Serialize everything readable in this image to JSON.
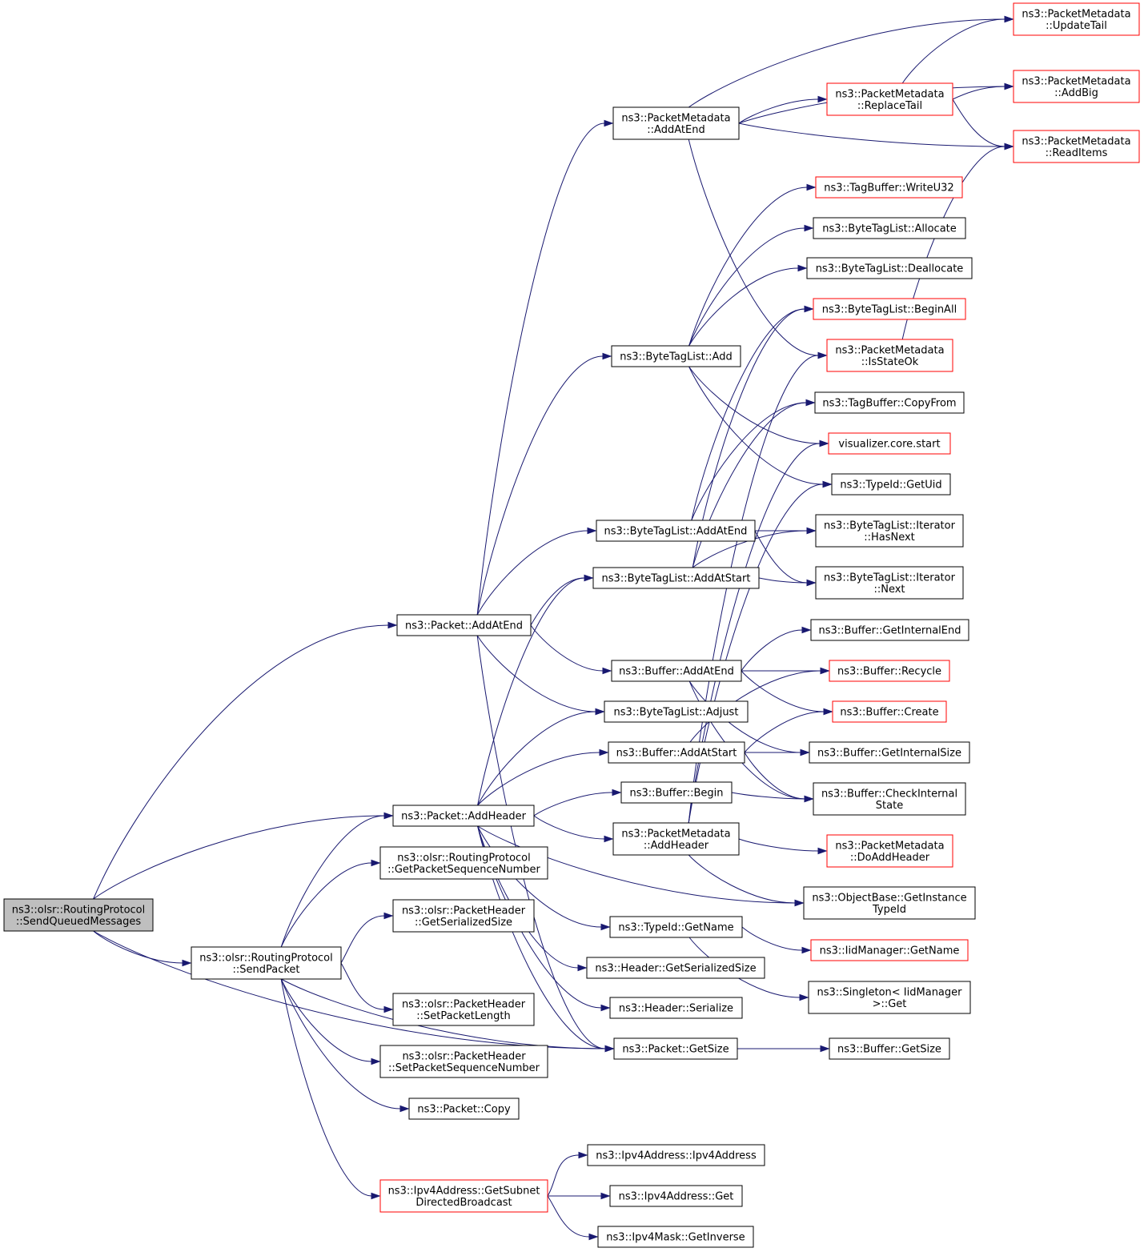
{
  "diagram": {
    "type": "doxygen-call-graph",
    "colors": {
      "edge": "#191970",
      "root_fill": "#bfbfbf",
      "node_border": "#000000",
      "truncated_border": "#ff0000",
      "background": "#ffffff"
    },
    "nodes": [
      {
        "id": "root",
        "lines": [
          "ns3::olsr::RoutingProtocol",
          "::SendQueuedMessages"
        ],
        "style": "root"
      },
      {
        "id": "pkt_addatend",
        "lines": [
          "ns3::Packet::AddAtEnd"
        ],
        "style": "normal"
      },
      {
        "id": "pkt_addheader",
        "lines": [
          "ns3::Packet::AddHeader"
        ],
        "style": "normal"
      },
      {
        "id": "get_pkt_seq",
        "lines": [
          "ns3::olsr::RoutingProtocol",
          "::GetPacketSequenceNumber"
        ],
        "style": "normal"
      },
      {
        "id": "ph_getser",
        "lines": [
          "ns3::olsr::PacketHeader",
          "::GetSerializedSize"
        ],
        "style": "normal"
      },
      {
        "id": "send_packet",
        "lines": [
          "ns3::olsr::RoutingProtocol",
          "::SendPacket"
        ],
        "style": "normal"
      },
      {
        "id": "ph_setlen",
        "lines": [
          "ns3::olsr::PacketHeader",
          "::SetPacketLength"
        ],
        "style": "normal"
      },
      {
        "id": "ph_setseq",
        "lines": [
          "ns3::olsr::PacketHeader",
          "::SetPacketSequenceNumber"
        ],
        "style": "normal"
      },
      {
        "id": "pkt_copy",
        "lines": [
          "ns3::Packet::Copy"
        ],
        "style": "normal"
      },
      {
        "id": "ipv4_subnet",
        "lines": [
          "ns3::Ipv4Address::GetSubnet",
          "DirectedBroadcast"
        ],
        "style": "red"
      },
      {
        "id": "pm_addatend",
        "lines": [
          "ns3::PacketMetadata",
          "::AddAtEnd"
        ],
        "style": "normal"
      },
      {
        "id": "btl_add",
        "lines": [
          "ns3::ByteTagList::Add"
        ],
        "style": "normal"
      },
      {
        "id": "btl_addatend",
        "lines": [
          "ns3::ByteTagList::AddAtEnd"
        ],
        "style": "normal"
      },
      {
        "id": "btl_addatstart",
        "lines": [
          "ns3::ByteTagList::AddAtStart"
        ],
        "style": "normal"
      },
      {
        "id": "buf_addatend",
        "lines": [
          "ns3::Buffer::AddAtEnd"
        ],
        "style": "normal"
      },
      {
        "id": "btl_adjust",
        "lines": [
          "ns3::ByteTagList::Adjust"
        ],
        "style": "normal"
      },
      {
        "id": "buf_addatstart",
        "lines": [
          "ns3::Buffer::AddAtStart"
        ],
        "style": "normal"
      },
      {
        "id": "buf_begin",
        "lines": [
          "ns3::Buffer::Begin"
        ],
        "style": "normal"
      },
      {
        "id": "pm_addheader",
        "lines": [
          "ns3::PacketMetadata",
          "::AddHeader"
        ],
        "style": "normal"
      },
      {
        "id": "typeid_getname",
        "lines": [
          "ns3::TypeId::GetName"
        ],
        "style": "normal"
      },
      {
        "id": "hdr_getser",
        "lines": [
          "ns3::Header::GetSerializedSize"
        ],
        "style": "normal"
      },
      {
        "id": "hdr_serialize",
        "lines": [
          "ns3::Header::Serialize"
        ],
        "style": "normal"
      },
      {
        "id": "pkt_getsize",
        "lines": [
          "ns3::Packet::GetSize"
        ],
        "style": "normal"
      },
      {
        "id": "ipv4_ctor",
        "lines": [
          "ns3::Ipv4Address::Ipv4Address"
        ],
        "style": "normal"
      },
      {
        "id": "ipv4_get",
        "lines": [
          "ns3::Ipv4Address::Get"
        ],
        "style": "normal"
      },
      {
        "id": "ipv4mask_inv",
        "lines": [
          "ns3::Ipv4Mask::GetInverse"
        ],
        "style": "normal"
      },
      {
        "id": "pm_replacetail",
        "lines": [
          "ns3::PacketMetadata",
          "::ReplaceTail"
        ],
        "style": "red"
      },
      {
        "id": "pm_updatetail",
        "lines": [
          "ns3::PacketMetadata",
          "::UpdateTail"
        ],
        "style": "red"
      },
      {
        "id": "pm_addbig",
        "lines": [
          "ns3::PacketMetadata",
          "::AddBig"
        ],
        "style": "red"
      },
      {
        "id": "pm_readitems",
        "lines": [
          "ns3::PacketMetadata",
          "::ReadItems"
        ],
        "style": "red"
      },
      {
        "id": "tb_writeu32",
        "lines": [
          "ns3::TagBuffer::WriteU32"
        ],
        "style": "red"
      },
      {
        "id": "btl_allocate",
        "lines": [
          "ns3::ByteTagList::Allocate"
        ],
        "style": "normal"
      },
      {
        "id": "btl_deallocate",
        "lines": [
          "ns3::ByteTagList::Deallocate"
        ],
        "style": "normal"
      },
      {
        "id": "btl_beginall",
        "lines": [
          "ns3::ByteTagList::BeginAll"
        ],
        "style": "red"
      },
      {
        "id": "pm_isstateok",
        "lines": [
          "ns3::PacketMetadata",
          "::IsStateOk"
        ],
        "style": "red"
      },
      {
        "id": "tb_copyfrom",
        "lines": [
          "ns3::TagBuffer::CopyFrom"
        ],
        "style": "normal"
      },
      {
        "id": "vis_start",
        "lines": [
          "visualizer.core.start"
        ],
        "style": "red"
      },
      {
        "id": "typeid_getuid",
        "lines": [
          "ns3::TypeId::GetUid"
        ],
        "style": "normal"
      },
      {
        "id": "btl_it_hasnext",
        "lines": [
          "ns3::ByteTagList::Iterator",
          "::HasNext"
        ],
        "style": "normal"
      },
      {
        "id": "btl_it_next",
        "lines": [
          "ns3::ByteTagList::Iterator",
          "::Next"
        ],
        "style": "normal"
      },
      {
        "id": "buf_getintend",
        "lines": [
          "ns3::Buffer::GetInternalEnd"
        ],
        "style": "normal"
      },
      {
        "id": "buf_recycle",
        "lines": [
          "ns3::Buffer::Recycle"
        ],
        "style": "red"
      },
      {
        "id": "buf_create",
        "lines": [
          "ns3::Buffer::Create"
        ],
        "style": "red"
      },
      {
        "id": "buf_getintsize",
        "lines": [
          "ns3::Buffer::GetInternalSize"
        ],
        "style": "normal"
      },
      {
        "id": "buf_checkint",
        "lines": [
          "ns3::Buffer::CheckInternal",
          "State"
        ],
        "style": "normal"
      },
      {
        "id": "pm_doaddheader",
        "lines": [
          "ns3::PacketMetadata",
          "::DoAddHeader"
        ],
        "style": "red"
      },
      {
        "id": "ob_getinsttid",
        "lines": [
          "ns3::ObjectBase::GetInstance",
          "TypeId"
        ],
        "style": "normal"
      },
      {
        "id": "iid_getname",
        "lines": [
          "ns3::IidManager::GetName"
        ],
        "style": "red"
      },
      {
        "id": "singleton_get",
        "lines": [
          "ns3::Singleton< IidManager",
          " >::Get"
        ],
        "style": "normal"
      },
      {
        "id": "buf_getsize",
        "lines": [
          "ns3::Buffer::GetSize"
        ],
        "style": "normal"
      }
    ],
    "edges": [
      [
        "root",
        "pkt_addatend"
      ],
      [
        "root",
        "pkt_addheader"
      ],
      [
        "root",
        "send_packet"
      ],
      [
        "root",
        "pkt_getsize"
      ],
      [
        "pkt_addatend",
        "pm_addatend"
      ],
      [
        "pkt_addatend",
        "btl_add"
      ],
      [
        "pkt_addatend",
        "btl_addatend"
      ],
      [
        "pkt_addatend",
        "btl_addatstart"
      ],
      [
        "pkt_addatend",
        "buf_addatend"
      ],
      [
        "pkt_addatend",
        "btl_adjust"
      ],
      [
        "pkt_addatend",
        "pkt_getsize"
      ],
      [
        "pkt_addheader",
        "btl_addatstart"
      ],
      [
        "pkt_addheader",
        "btl_adjust"
      ],
      [
        "pkt_addheader",
        "buf_addatstart"
      ],
      [
        "pkt_addheader",
        "buf_begin"
      ],
      [
        "pkt_addheader",
        "pm_addheader"
      ],
      [
        "pkt_addheader",
        "ob_getinsttid"
      ],
      [
        "pkt_addheader",
        "typeid_getname"
      ],
      [
        "pkt_addheader",
        "hdr_getser"
      ],
      [
        "pkt_addheader",
        "hdr_serialize"
      ],
      [
        "pkt_addheader",
        "pkt_getsize"
      ],
      [
        "send_packet",
        "pkt_addheader"
      ],
      [
        "send_packet",
        "get_pkt_seq"
      ],
      [
        "send_packet",
        "ph_getser"
      ],
      [
        "send_packet",
        "ph_setlen"
      ],
      [
        "send_packet",
        "ph_setseq"
      ],
      [
        "send_packet",
        "pkt_copy"
      ],
      [
        "send_packet",
        "ipv4_subnet"
      ],
      [
        "send_packet",
        "pkt_getsize"
      ],
      [
        "ipv4_subnet",
        "ipv4_ctor"
      ],
      [
        "ipv4_subnet",
        "ipv4_get"
      ],
      [
        "ipv4_subnet",
        "ipv4mask_inv"
      ],
      [
        "pm_addatend",
        "pm_updatetail"
      ],
      [
        "pm_addatend",
        "pm_addbig"
      ],
      [
        "pm_addatend",
        "pm_replacetail"
      ],
      [
        "pm_addatend",
        "pm_readitems"
      ],
      [
        "pm_addatend",
        "pm_isstateok"
      ],
      [
        "pm_replacetail",
        "pm_updatetail"
      ],
      [
        "pm_replacetail",
        "pm_addbig"
      ],
      [
        "pm_replacetail",
        "pm_readitems"
      ],
      [
        "pm_isstateok",
        "pm_readitems"
      ],
      [
        "btl_add",
        "tb_writeu32"
      ],
      [
        "btl_add",
        "btl_allocate"
      ],
      [
        "btl_add",
        "btl_deallocate"
      ],
      [
        "btl_add",
        "vis_start"
      ],
      [
        "btl_add",
        "typeid_getuid"
      ],
      [
        "btl_addatend",
        "btl_beginall"
      ],
      [
        "btl_addatend",
        "tb_copyfrom"
      ],
      [
        "btl_addatend",
        "btl_it_hasnext"
      ],
      [
        "btl_addatend",
        "btl_it_next"
      ],
      [
        "btl_addatstart",
        "btl_beginall"
      ],
      [
        "btl_addatstart",
        "tb_copyfrom"
      ],
      [
        "btl_addatstart",
        "btl_it_hasnext"
      ],
      [
        "btl_addatstart",
        "btl_it_next"
      ],
      [
        "buf_addatend",
        "buf_getintend"
      ],
      [
        "buf_addatend",
        "buf_recycle"
      ],
      [
        "buf_addatend",
        "buf_create"
      ],
      [
        "buf_addatend",
        "buf_getintsize"
      ],
      [
        "buf_addatend",
        "buf_checkint"
      ],
      [
        "buf_addatstart",
        "buf_recycle"
      ],
      [
        "buf_addatstart",
        "buf_create"
      ],
      [
        "buf_addatstart",
        "buf_getintsize"
      ],
      [
        "buf_addatstart",
        "buf_checkint"
      ],
      [
        "buf_begin",
        "buf_checkint"
      ],
      [
        "pm_addheader",
        "pm_isstateok"
      ],
      [
        "pm_addheader",
        "vis_start"
      ],
      [
        "pm_addheader",
        "typeid_getuid"
      ],
      [
        "pm_addheader",
        "pm_doaddheader"
      ],
      [
        "pm_addheader",
        "ob_getinsttid"
      ],
      [
        "typeid_getname",
        "iid_getname"
      ],
      [
        "typeid_getname",
        "singleton_get"
      ],
      [
        "pkt_getsize",
        "buf_getsize"
      ]
    ]
  }
}
